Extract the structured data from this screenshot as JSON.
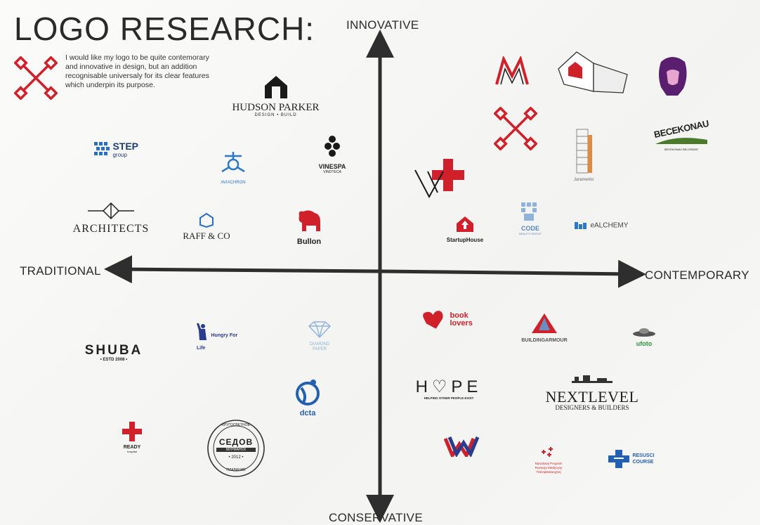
{
  "title": "LOGO RESEARCH:",
  "intro": "I would like my logo to be quite contemorary and innovative in design, but an addition recognisable universaly for its clear features which underpin its purpose.",
  "axes": {
    "top": "INNOVATIVE",
    "bottom": "CONSERVATIVE",
    "left": "TRADITIONAL",
    "right": "CONTEMPORARY"
  },
  "logos": {
    "hudson_parker": {
      "name": "HUDSON PARKER",
      "tag": "DESIGN • BUILD"
    },
    "step": {
      "name": "STEP",
      "sub": "group"
    },
    "aviachron": {
      "name": "AVIACHRON"
    },
    "vinespa": {
      "name": "VINESPA",
      "sub": "VINOTECA"
    },
    "architects": {
      "name": "ARCHITECTS"
    },
    "raff": {
      "name": "RAFF & CO"
    },
    "bullon": {
      "name": "Bullon"
    },
    "startup": {
      "name": "StartupHouse"
    },
    "code": {
      "name": "CODE",
      "sub": "BEAUTY GROUP"
    },
    "ealchemy": {
      "name": "eALCHEMY"
    },
    "jurament": {
      "name": "Juramento"
    },
    "becekonau": {
      "name": "BECEKONAU",
      "sub": "BECEKONAU BELGRADE"
    },
    "shuba": {
      "name": "SHUBA",
      "sub": "• ESTD 2008 •"
    },
    "hungry": {
      "name": "Hungry For Life"
    },
    "diamond": {
      "name": "DIAMOND",
      "sub": "PAPER"
    },
    "dcta": {
      "name": "dcta"
    },
    "ready": {
      "name": "READY",
      "sub": "hospital"
    },
    "sedov": {
      "top": "КРУГОСВЕТНОЕ",
      "name": "СЕДОВ",
      "city": "МУРМАНСК",
      "year": "• 2012 •",
      "bottom": "ПЛАВАНИЕ"
    },
    "book": {
      "line1": "book",
      "line2": "lovers"
    },
    "buildingarmour": {
      "name": "BUILDINGARMOUR"
    },
    "ufoto": {
      "name": "ufoto"
    },
    "hope": {
      "name": "H♡PE",
      "sub": "HELPING OTHER PEOPLE EXIST"
    },
    "nextlevel": {
      "name": "NEXTLEVEL",
      "sub": "DESIGNERS & BUILDERS"
    },
    "transplant": {
      "line1": "Narodowy Program",
      "line2": "Rozwoju Medycyny",
      "line3": "Transplantacyjnej"
    },
    "resusci": {
      "line1": "RESUSCI",
      "line2": "COURSE"
    }
  },
  "colors": {
    "red": "#d0202a",
    "blue": "#2560b0",
    "axis": "#2e2e2e",
    "purple": "#5a1e6e"
  }
}
